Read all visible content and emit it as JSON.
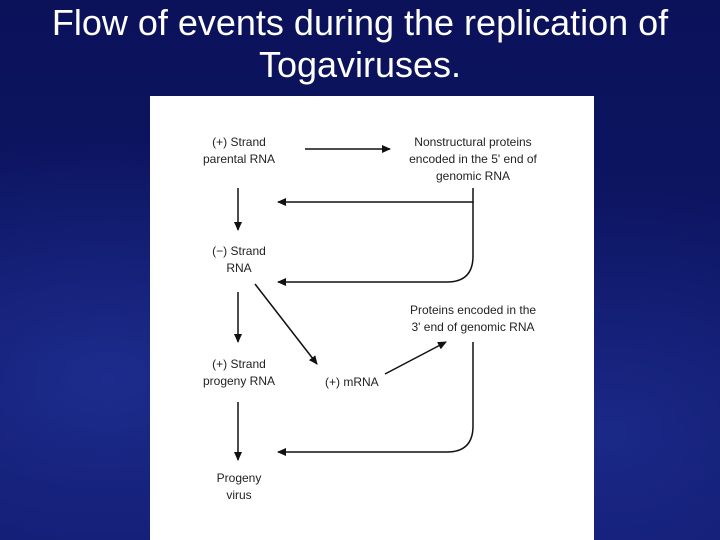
{
  "slide": {
    "title_line1": "Flow of events during the replication of",
    "title_line2": "Togaviruses."
  },
  "diagram": {
    "pos_strand_parental": [
      "(+) Strand",
      "parental RNA"
    ],
    "nonstructural": [
      "Nonstructural proteins",
      "encoded in the 5' end of",
      "genomic RNA"
    ],
    "neg_strand": [
      "(−) Strand",
      "RNA"
    ],
    "structural": [
      "Proteins encoded in the",
      "3' end of genomic RNA"
    ],
    "pos_strand_progeny": [
      "(+) Strand",
      "progeny RNA"
    ],
    "mrna": "(+) mRNA",
    "progeny_virus": [
      "Progeny",
      "virus"
    ]
  }
}
